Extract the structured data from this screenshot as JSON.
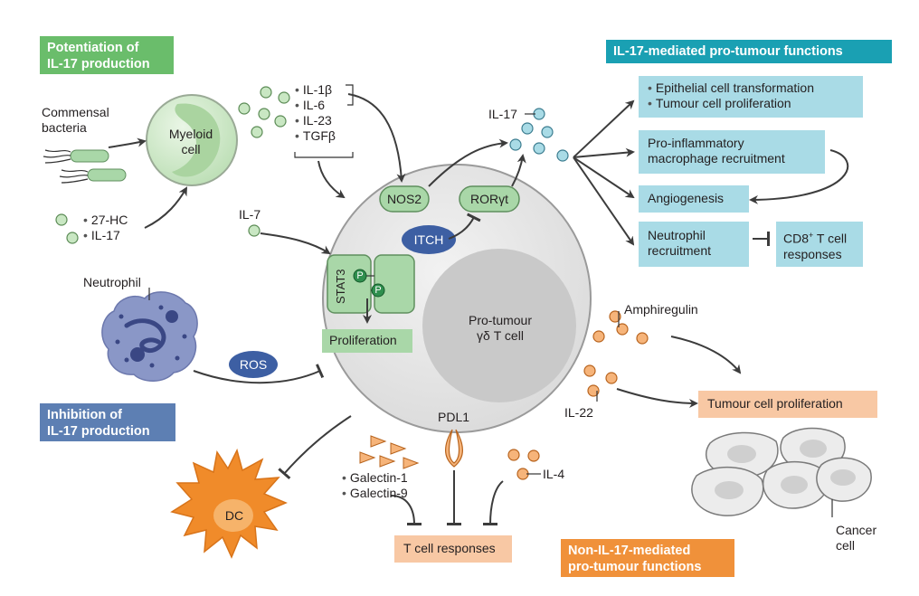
{
  "headers": {
    "potentiation": [
      "Potentiation of",
      "IL-17 production"
    ],
    "inhibition": [
      "Inhibition of",
      "IL-17 production"
    ],
    "pro_tumour": "IL-17-mediated pro-tumour functions",
    "non_il17": [
      "Non-IL-17-mediated",
      "pro-tumour functions"
    ]
  },
  "labels": {
    "commensal": [
      "Commensal",
      "bacteria"
    ],
    "myeloid": [
      "Myeloid",
      "cell"
    ],
    "cytokines": [
      "IL-1β",
      "IL-6",
      "IL-23",
      "TGFβ"
    ],
    "inducers": [
      "27-HC",
      "IL-17"
    ],
    "il7": "IL-7",
    "il17": "IL-17",
    "nos2": "NOS2",
    "rorgt": "RORγt",
    "itch": "ITCH",
    "stat3": "STAT3",
    "p": "P",
    "proliferation": "Proliferation",
    "gd_t_cell": [
      "Pro-tumour",
      "γδ T cell"
    ],
    "neutrophil": "Neutrophil",
    "ros": "ROS",
    "dc": "DC",
    "pdl1": "PDL1",
    "galectins": [
      "Galectin-1",
      "Galectin-9"
    ],
    "il4": "IL-4",
    "t_cell_responses": "T cell responses",
    "amphiregulin": "Amphiregulin",
    "il22": "IL-22",
    "tumour_prolif": "Tumour cell proliferation",
    "cancer_cell": [
      "Cancer",
      "cell"
    ]
  },
  "functions": {
    "epithelial": [
      "Epithelial cell transformation",
      "Tumour cell proliferation"
    ],
    "macrophage": [
      "Pro-inflammatory",
      "macrophage recruitment"
    ],
    "angiogenesis": "Angiogenesis",
    "neutrophil_recruit": [
      "Neutrophil",
      "recruitment"
    ],
    "cd8": [
      "CD8",
      "+",
      " T cell",
      "responses"
    ]
  },
  "colors": {
    "header_green": "#6abd6b",
    "header_blue": "#5d7fb3",
    "header_teal": "#1aa0b3",
    "header_orange": "#f0913a",
    "box_blue": "#a9dbe6",
    "box_peach": "#f8c8a4",
    "box_green": "#a9d7a8",
    "cell_grey": "#e4e4e4",
    "itch_blue": "#3d5fa3",
    "dc_orange": "#f08b2a"
  }
}
